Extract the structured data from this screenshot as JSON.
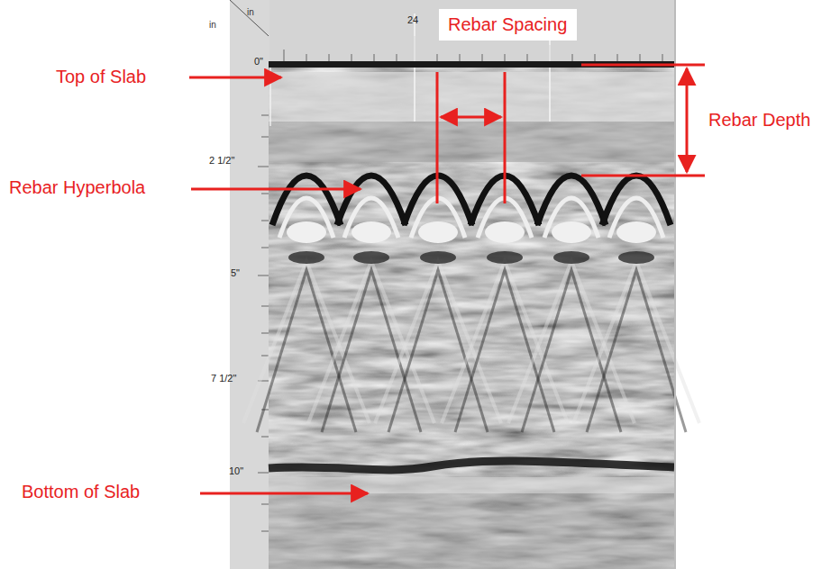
{
  "diagram": {
    "nodes": [
      {
        "text": [
          "Rebar Spacing"
        ]
      }
    ],
    "labels": [
      "Top of Slab",
      "Rebar Hyperbola",
      "Bottom of Slab",
      "Rebar Depth",
      "in",
      "in",
      "24",
      "0\"",
      "2 1/2\"",
      "5\"",
      "7 1/2\"",
      "10\""
    ]
  }
}
